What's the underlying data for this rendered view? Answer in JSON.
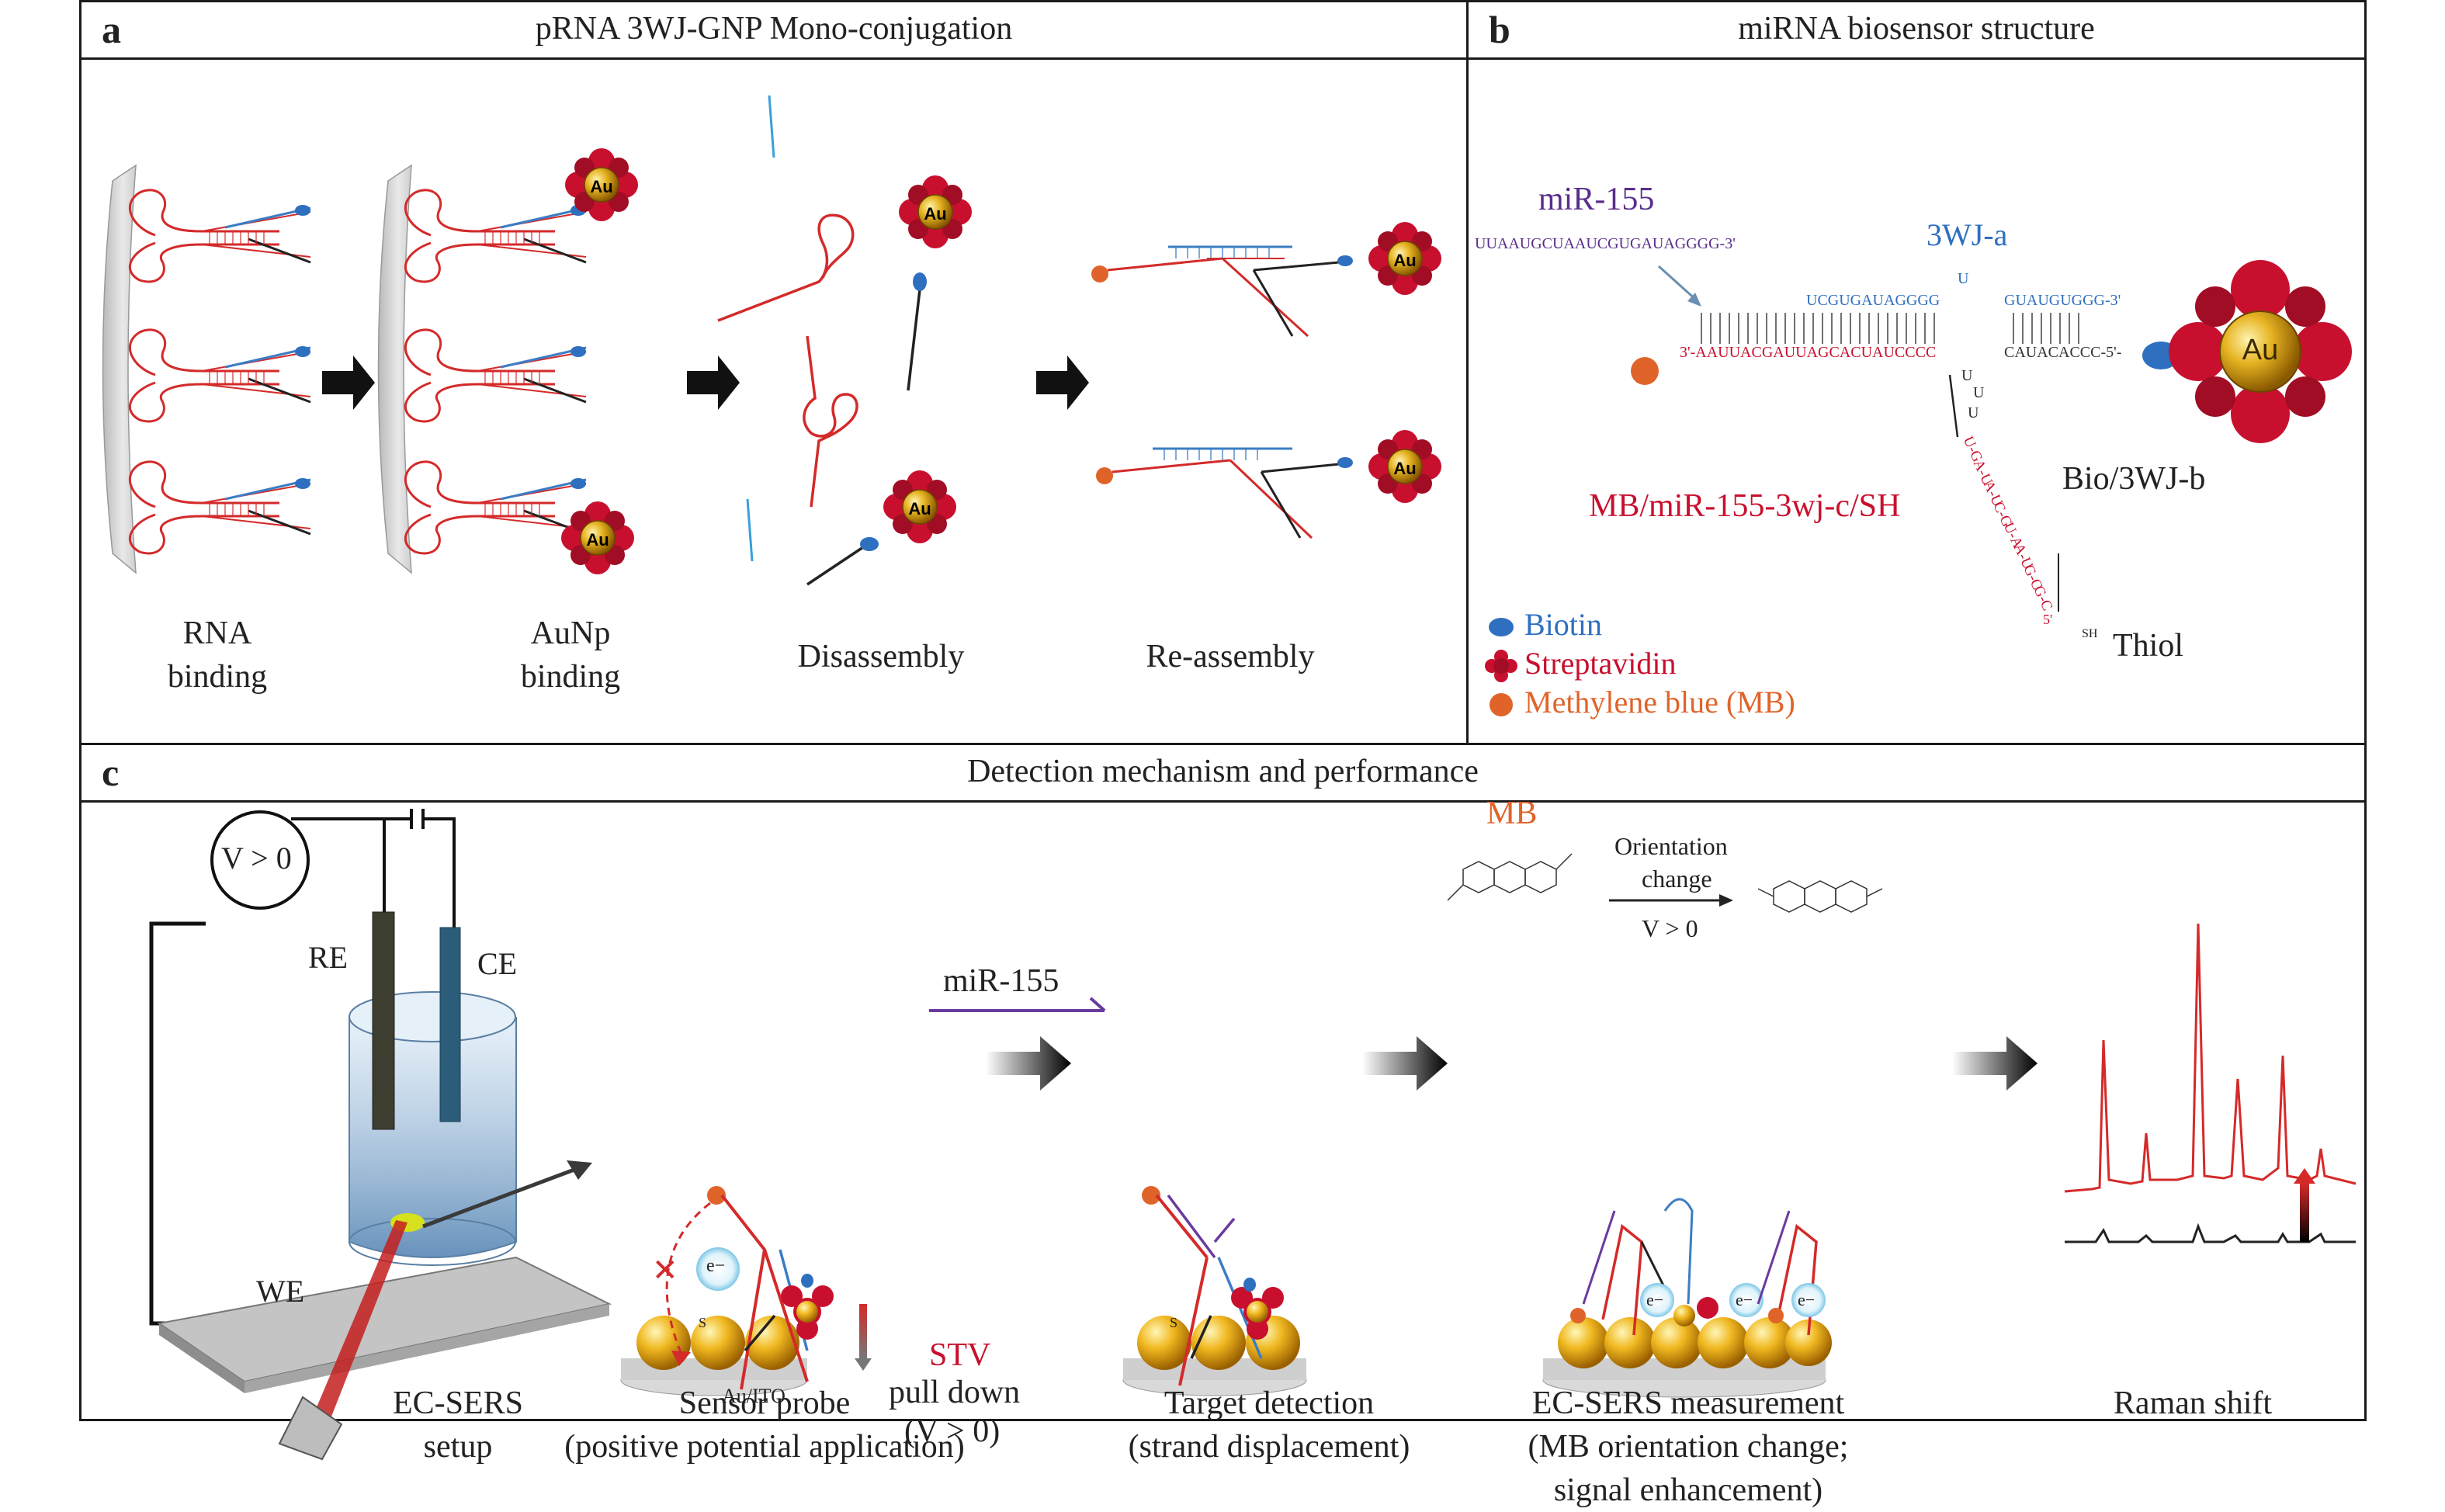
{
  "panel_a": {
    "label": "a",
    "title": "pRNA 3WJ-GNP Mono-conjugation",
    "steps": [
      {
        "line1": "RNA",
        "line2": "binding"
      },
      {
        "line1": "AuNp",
        "line2": "binding"
      },
      {
        "line1": "Disassembly",
        "line2": ""
      },
      {
        "line1": "Re-assembly",
        "line2": ""
      }
    ],
    "au": "Au"
  },
  "panel_b": {
    "label": "b",
    "title": "miRNA biosensor structure",
    "mir_label": "miR-155",
    "mir_seq": "UUAAUGCUAAUCGUGAUAGGGG-3'",
    "a_label": "3WJ-a",
    "a_seq_left": "UCGUGAUAGGGG",
    "a_seq_right": "GUAUGUGGG-3'",
    "c_seq": "3'-AAUUACGAUUAGCACUAUCCCC",
    "b_seq": "CAUACACCC-5'-",
    "loop_u": "U",
    "c_label": "MB/miR-155-3wj-c/SH",
    "b_label": "Bio/3WJ-b",
    "thiol_label": "Thiol",
    "sh": "SH",
    "five_prime": "5'",
    "pairs": [
      "U-G",
      "A-U",
      "A-U",
      "C-G",
      "U-A",
      "A-U",
      "G-C",
      "G-C"
    ],
    "legend": [
      {
        "text": "Biotin",
        "color": "#2e6fc0"
      },
      {
        "text": "Streptavidin",
        "color": "#c8102e"
      },
      {
        "text": "Methylene blue (MB)",
        "color": "#e0642a"
      }
    ],
    "au": "Au"
  },
  "panel_c": {
    "label": "c",
    "title": "Detection mechanism and performance",
    "voltage": "V > 0",
    "re": "RE",
    "ce": "CE",
    "we": "WE",
    "e_minus": "e−",
    "s_label": "S",
    "au_ito": "Au/ITO",
    "stv": "STV",
    "pull_down": "pull down",
    "pull_v": "(V > 0)",
    "mir_arrow": "miR-155",
    "mb": "MB",
    "orientation": "Orientation",
    "change": "change",
    "v_cond": "V > 0",
    "captions": [
      {
        "line1": "EC-SERS",
        "line2": "setup",
        "line3": ""
      },
      {
        "line1": "Sensor probe",
        "line2": "(positive potential application)",
        "line3": ""
      },
      {
        "line1": "Target detection",
        "line2": "(strand displacement)",
        "line3": ""
      },
      {
        "line1": "EC-SERS measurement",
        "line2": "(MB orientation change;",
        "line3": "signal enhancement)"
      },
      {
        "line1": "Raman shift",
        "line2": "",
        "line3": ""
      }
    ]
  },
  "colors": {
    "red_strand": "#d42a2a",
    "blue_strand": "#3b7dc4",
    "purple_strand": "#6a3aa0",
    "gold": "#e6a21a",
    "streptavidin": "#c8102e",
    "mb": "#e0642a",
    "biotin": "#2e6fc0"
  }
}
